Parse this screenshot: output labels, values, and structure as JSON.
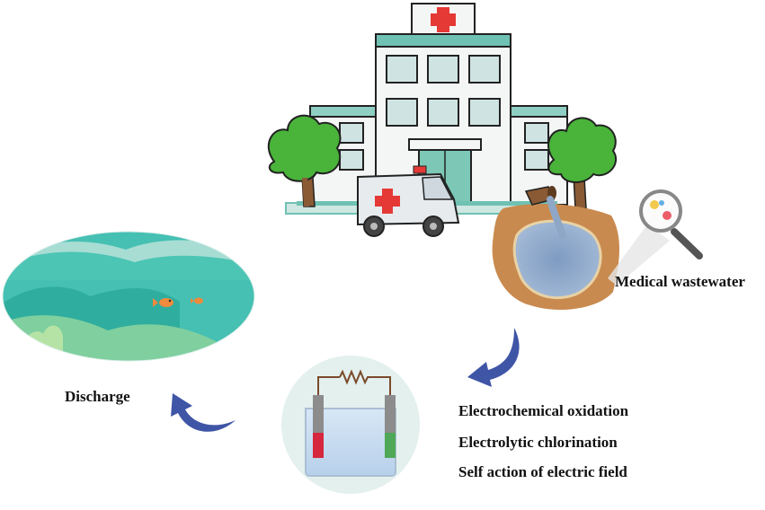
{
  "labels": {
    "medical_wastewater": "Medical wastewater",
    "discharge": "Discharge"
  },
  "methods": [
    "Electrochemical oxidation",
    "Electrolytic chlorination",
    "Self action of electric field"
  ],
  "colors": {
    "hospital_wall": "#f4f6f6",
    "hospital_trim": "#6fc1b3",
    "window": "#cfe3e2",
    "cross": "#e53935",
    "tree_leaf": "#49b33a",
    "trunk": "#8a5a34",
    "soil": "#c98a4f",
    "pool": "#8fa7c6",
    "lake": "#3bbfb1",
    "arrow": "#3f55a6",
    "cell_bg": "#e3f0ee",
    "electrode_red": "#d5273d",
    "electrode_green": "#4ea857"
  },
  "icons": [
    "hospital-icon",
    "ambulance-icon",
    "tree-icon",
    "magnifier-icon",
    "electrolysis-cell-icon",
    "fish-icon",
    "curved-arrow-icon"
  ]
}
